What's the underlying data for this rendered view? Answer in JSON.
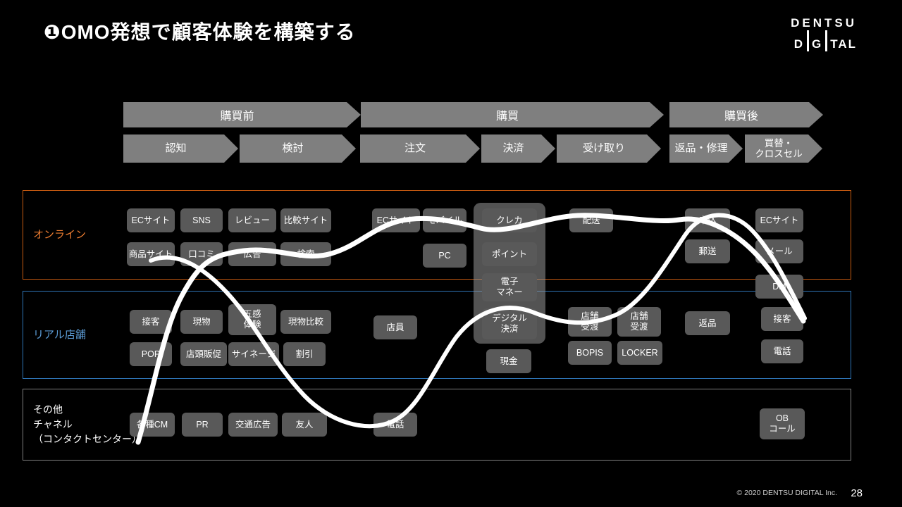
{
  "slide": {
    "title": "❶OMO発想で顧客体験を構築する",
    "logo": {
      "line1": "DENTSU",
      "l2a": "D",
      "l2b": "G",
      "l2c": "TAL"
    },
    "footer": {
      "copyright": "© 2020 DENTSU DIGITAL Inc.",
      "page": "28"
    }
  },
  "phases": [
    "購買前",
    "購買",
    "購買後"
  ],
  "subphases": [
    "認知",
    "検討",
    "注文",
    "決済",
    "受け取り",
    "返品・修理",
    "買替・\nクロスセル"
  ],
  "bands": {
    "online_label": "オンライン",
    "store_label": "リアル店舗",
    "other_label": "その他\nチャネル\n（コンタクトセンター）"
  },
  "colors": {
    "online_text": "#ED7D31",
    "online_border": "#C55A11",
    "store_text": "#5B9BD5",
    "store_border": "#2E74B5",
    "other_border": "#7F7F7F",
    "arrow_gray": "#7F7F7F",
    "box_gray": "#595959"
  },
  "touchpoints": {
    "online1": [
      "ECサイト",
      "SNS",
      "レビュー",
      "比較サイト",
      "ECサイト",
      "モバイル",
      "クレカ",
      "配送",
      "申込",
      "ECサイト"
    ],
    "online2": [
      "商品サイト",
      "口コミ",
      "広告",
      "検索",
      "PC",
      "ポイント",
      "郵送",
      "メール"
    ],
    "online3": [
      "電子\nマネー",
      "DM"
    ],
    "store1": [
      "接客",
      "現物",
      "五感\n体験",
      "現物比較",
      "店員",
      "デジタル\n決済",
      "店舗\n受渡",
      "店舗\n受渡",
      "返品",
      "接客"
    ],
    "store2": [
      "POP",
      "店頭販促",
      "サイネージ",
      "割引",
      "現金",
      "BOPIS",
      "LOCKER",
      "電話"
    ],
    "other1": [
      "各種CM",
      "PR",
      "交通広告",
      "友人",
      "電話",
      "OB\nコール"
    ]
  }
}
